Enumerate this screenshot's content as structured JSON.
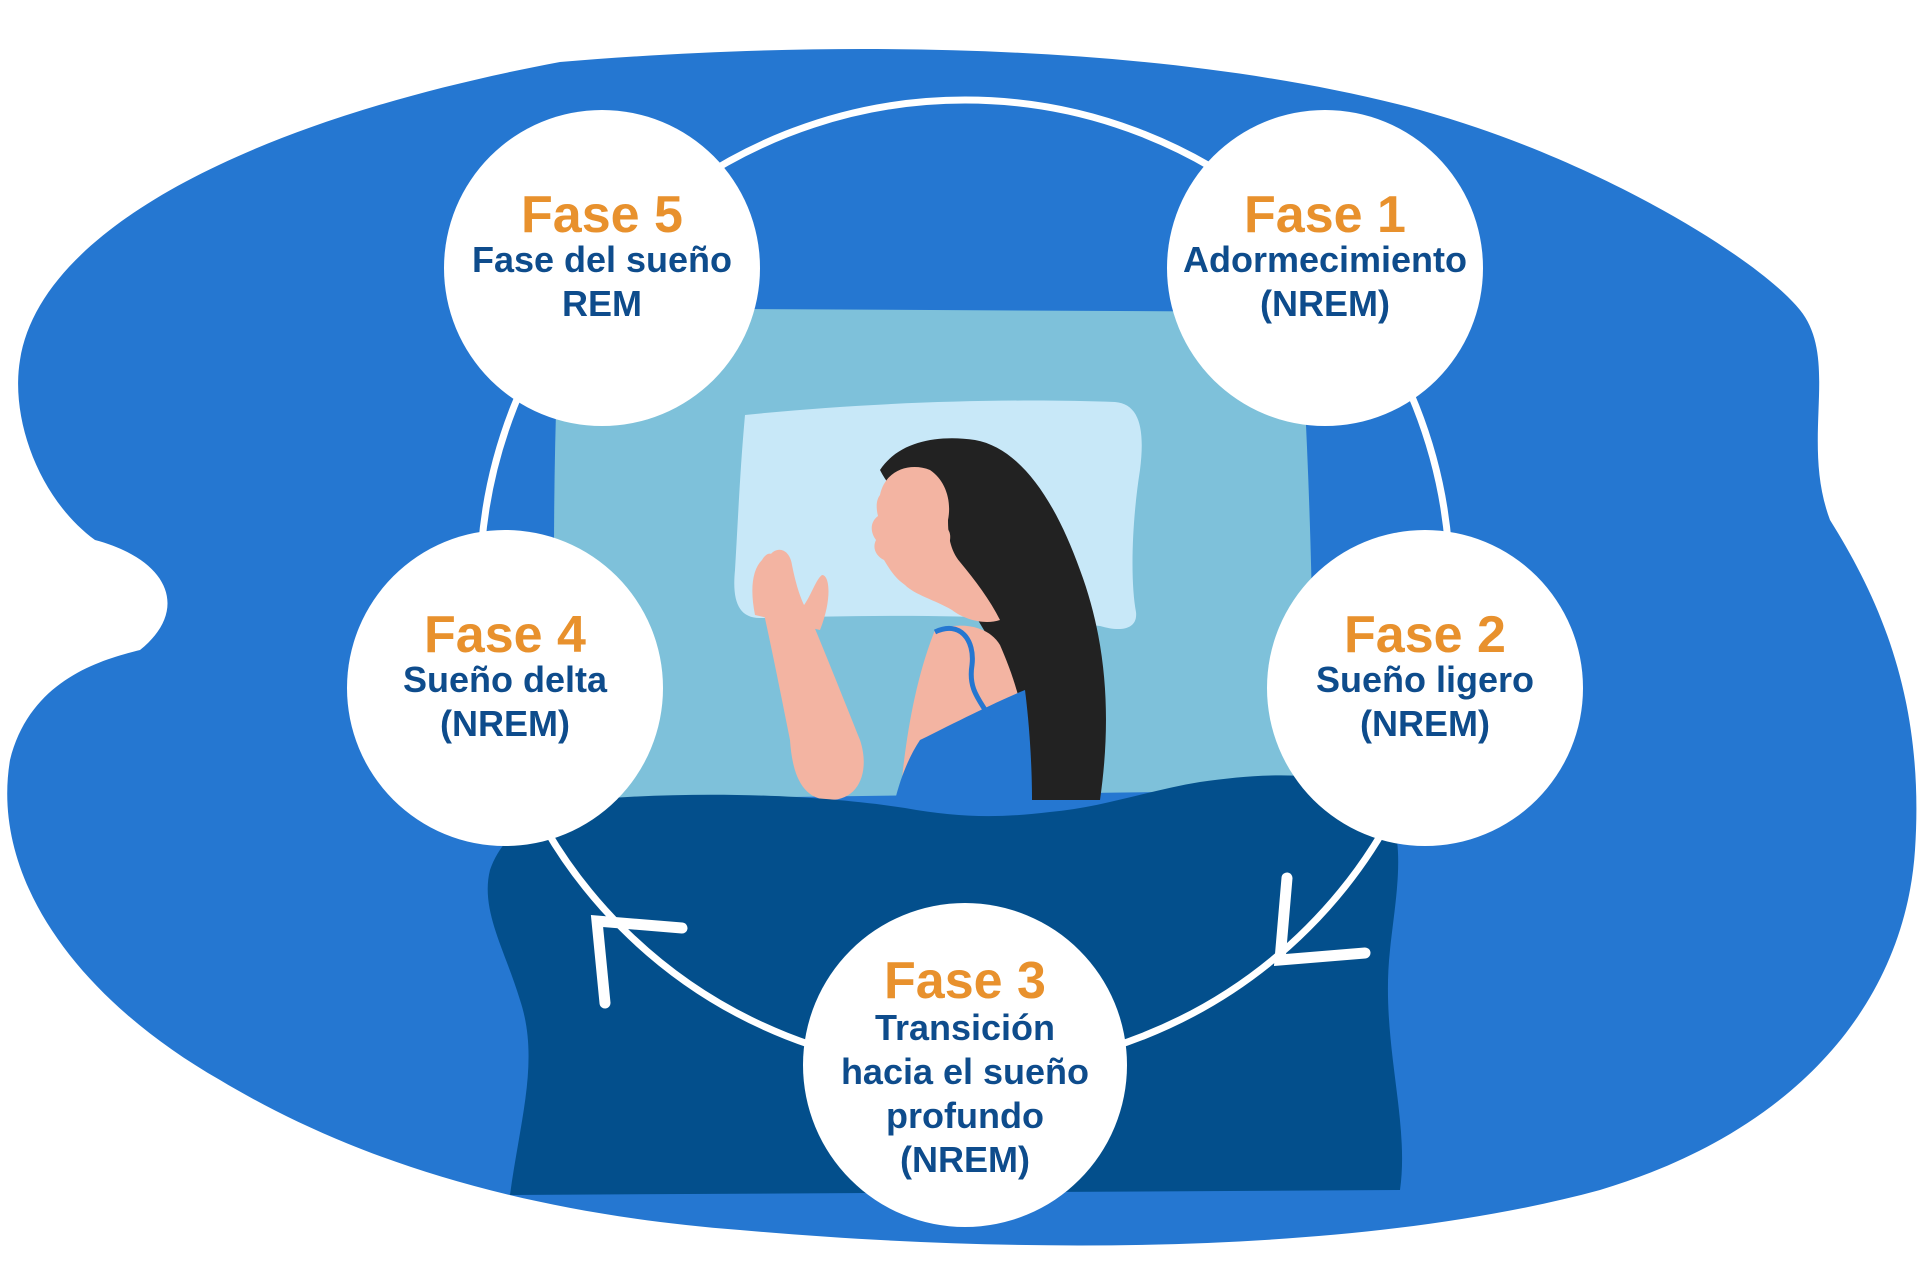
{
  "colors": {
    "background_blob": "#2577D1",
    "blanket": "#034F8C",
    "sheet": "#7EC1DA",
    "pillow": "#C8E8F8",
    "skin": "#F3B4A2",
    "hair": "#222222",
    "cycle_ring": "#FFFFFF",
    "phase_title": "#E8912D",
    "phase_desc": "#0E4C8C"
  },
  "phases": [
    {
      "title": "Fase 1",
      "lines": [
        "Adormecimiento",
        "(NREM)"
      ]
    },
    {
      "title": "Fase 2",
      "lines": [
        "Sueño ligero",
        "(NREM)"
      ]
    },
    {
      "title": "Fase 3",
      "lines": [
        "Transición",
        "hacia el sueño",
        "profundo",
        "(NREM)"
      ]
    },
    {
      "title": "Fase 4",
      "lines": [
        "Sueño delta",
        "(NREM)"
      ]
    },
    {
      "title": "Fase 5",
      "lines": [
        "Fase del sueño",
        "REM"
      ]
    }
  ],
  "icons": {
    "cycle_arrows": [
      "arrow-right-icon",
      "arrow-up-icon"
    ],
    "illustration": "sleeping-woman-icon"
  }
}
